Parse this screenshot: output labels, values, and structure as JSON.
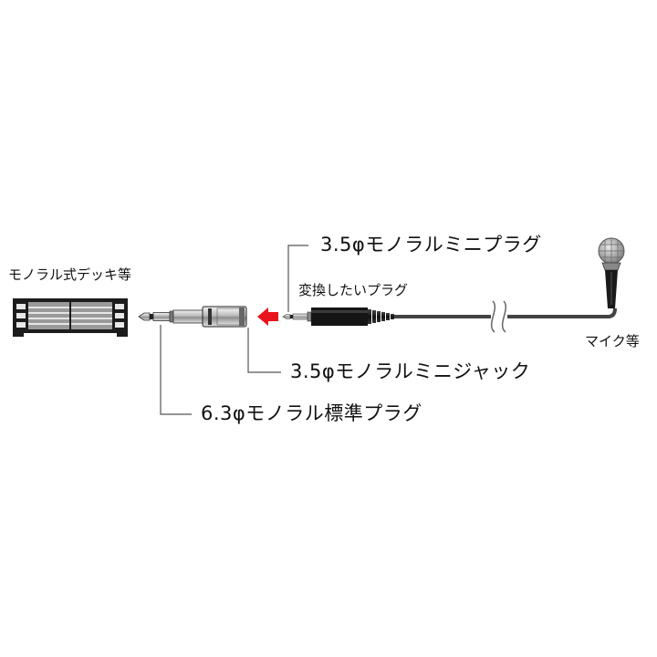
{
  "labels": {
    "device": "モノラル式デッキ等",
    "mini_plug": "3.5φモノラルミニプラグ",
    "convert_plug": "変換したいプラグ",
    "mic": "マイク等",
    "mini_jack": "3.5φモノラルミニジャック",
    "std_plug": "6.3φモノラル標準プラグ"
  },
  "colors": {
    "arrow": "#e8141c",
    "line": "#555555",
    "device_body": "#1c1c1c",
    "plug_dark": "#151515"
  },
  "icons": [
    "deck-icon",
    "microphone-icon",
    "arrow-left-icon"
  ]
}
